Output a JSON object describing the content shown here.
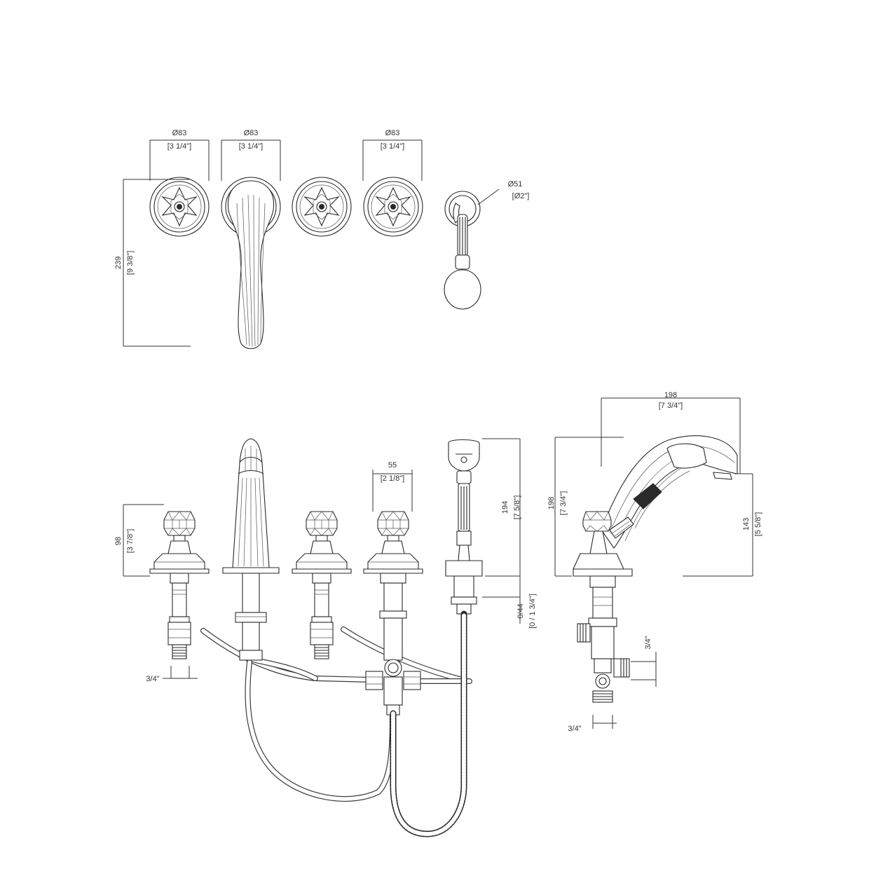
{
  "drawing": {
    "top_view": {
      "rosette_1_diameter": "Ø83",
      "rosette_1_diameter_in": "[3 1/4\"]",
      "spout_diameter": "Ø83",
      "spout_diameter_in": "[3 1/4\"]",
      "rosette_3_diameter": "Ø83",
      "rosette_3_diameter_in": "[3 1/4\"]",
      "handshower_diameter": "Ø51",
      "handshower_diameter_in": "[Ø2\"]",
      "overall_depth": "239",
      "overall_depth_in": "[9 3/8\"]"
    },
    "front_view": {
      "handle_height": "98",
      "handle_height_in": "[3 7/8\"]",
      "handle_width": "55",
      "handle_width_in": "[2 1/8\"]",
      "handshower_height": "194",
      "handshower_height_in": "[7 5/8\"]",
      "deck_thickness": "0/44",
      "deck_thickness_in": "[0 / 1 3/4\"]",
      "inlet_thread": "3/4\""
    },
    "side_view": {
      "reach": "198",
      "reach_in": "[7 3/4\"]",
      "height": "198",
      "height_in": "[7 3/4\"]",
      "spout_height": "143",
      "spout_height_in": "[5 5/8\"]",
      "side_outlet_thread": "3/4\"",
      "bottom_inlet_thread": "3/4\""
    }
  }
}
